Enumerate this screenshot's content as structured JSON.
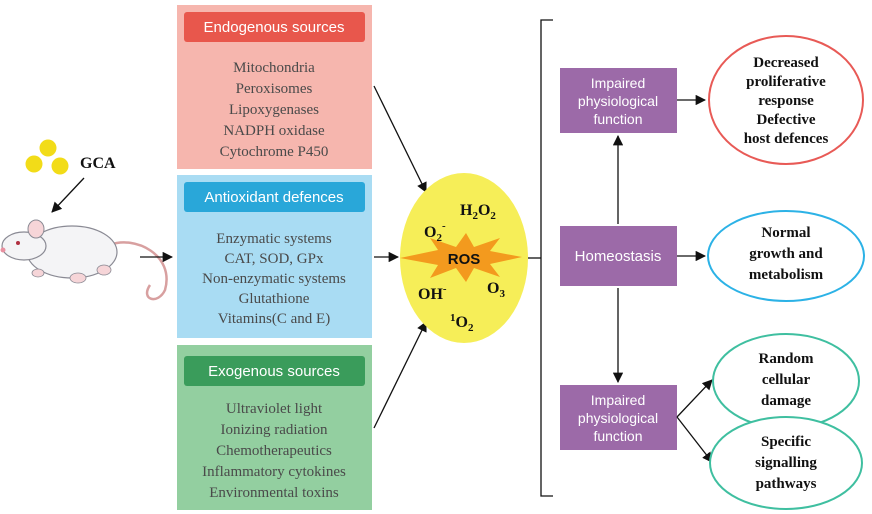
{
  "compound": {
    "label": "GCA"
  },
  "endogenous": {
    "title": "Endogenous sources",
    "items": [
      "Mitochondria",
      "Peroxisomes",
      "Lipoxygenases",
      "NADPH oxidase",
      "Cytochrome P450"
    ]
  },
  "antioxidant": {
    "title": "Antioxidant defences",
    "items": [
      "Enzymatic systems",
      "CAT, SOD, GPx",
      "Non-enzymatic systems",
      "Glutathione",
      "Vitamins(C and E)"
    ]
  },
  "exogenous": {
    "title": "Exogenous sources",
    "items": [
      "Ultraviolet light",
      "Ionizing radiation",
      "Chemotherapeutics",
      "Inflammatory cytokines",
      "Environmental toxins"
    ]
  },
  "ros": {
    "label": "ROS",
    "superoxide": "O",
    "superoxide_sub": "2",
    "superoxide_sup": "-",
    "peroxide_h": "H",
    "peroxide_h_sub": "2",
    "peroxide_o": "O",
    "peroxide_o_sub": "2",
    "hydroxyl": "OH",
    "hydroxyl_sup": "-",
    "ozone": "O",
    "ozone_sub": "3",
    "singlet_sup": "1",
    "singlet": "O",
    "singlet_sub": "2"
  },
  "states": {
    "top": [
      "Impaired",
      "physiological",
      "function"
    ],
    "middle": "Homeostasis",
    "bottom": [
      "Impaired",
      "physiological",
      "function"
    ]
  },
  "outcomes": {
    "decreased": [
      "Decreased",
      "proliferative",
      "response",
      "Defective",
      "host defences"
    ],
    "normal": [
      "Normal",
      "growth and",
      "metabolism"
    ],
    "random": [
      "Random",
      "cellular",
      "damage"
    ],
    "specific": [
      "Specific",
      "signalling",
      "pathways"
    ]
  },
  "colors": {
    "endogenous_box": "#f6b6ae",
    "endogenous_header": "#e8574c",
    "antioxidant_box": "#a9dcf3",
    "antioxidant_header": "#29a7d9",
    "exogenous_box": "#93cfa0",
    "exogenous_header": "#3a9c5b",
    "ros_ellipse": "#f6ee58",
    "ros_star": "#f39a1e",
    "purple_box": "#9c6aa8",
    "outcome_red": "#e85a56",
    "outcome_blue": "#2cb2e6",
    "outcome_teal": "#3fbfa0",
    "gca_dots": "#f2dc18"
  }
}
